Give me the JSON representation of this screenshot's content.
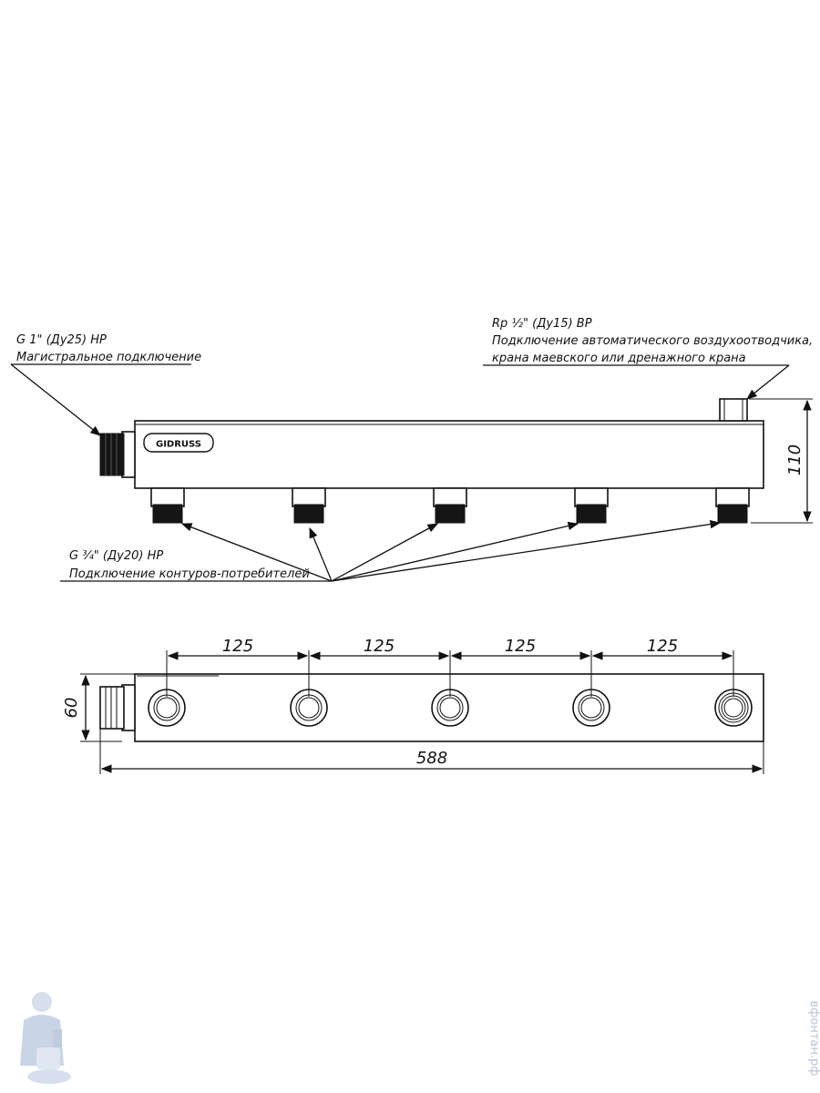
{
  "callouts": {
    "main_connection": {
      "line1": "G 1\" (Ду25) НР",
      "line2": "Магистральное подключение"
    },
    "air_vent": {
      "line1": "Rp ½\" (Ду15) ВР",
      "line2": "Подключение автоматического воздухоотводчика,",
      "line3": "крана маевского или дренажного крана"
    },
    "consumer_circuits": {
      "line1": "G ¾\" (Ду20) НР",
      "line2": "Подключение контуров-потребителей"
    }
  },
  "logo": {
    "text": "GIDRUSS"
  },
  "dimensions": {
    "height": "110",
    "depth": "60",
    "total_length": "588",
    "spacings": [
      "125",
      "125",
      "125",
      "125"
    ]
  },
  "outlets": {
    "count": 5
  },
  "watermark": {
    "text": "вфонтан.рф"
  },
  "colors": {
    "line": "#111111",
    "watermark": "#b8c4d6"
  }
}
